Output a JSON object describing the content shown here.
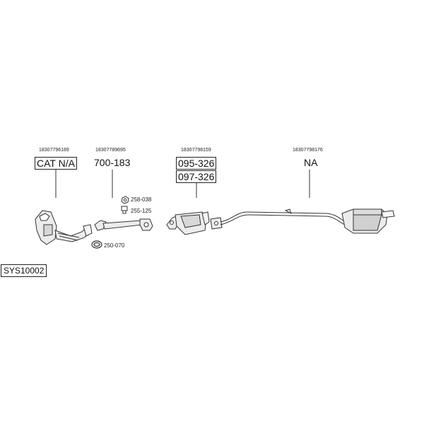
{
  "system_code": "SYS10002",
  "parts": [
    {
      "oem": "18307796189",
      "code": "CAT N/A",
      "boxed": true
    },
    {
      "oem": "18307789695",
      "code": "700-183",
      "boxed": false
    },
    {
      "oem": "18307798159",
      "codes": [
        "095-326",
        "097-326"
      ],
      "boxed": true
    },
    {
      "oem": "18307798176",
      "code": "NA",
      "boxed": false
    }
  ],
  "fittings": [
    {
      "code": "258-038",
      "icon": "nut-icon"
    },
    {
      "code": "255-125",
      "icon": "bolt-icon"
    },
    {
      "code": "250-070",
      "icon": "clamp-ring-icon"
    }
  ]
}
